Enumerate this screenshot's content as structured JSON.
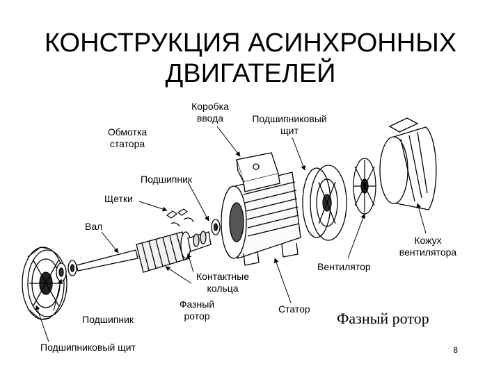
{
  "title": {
    "line1": "КОНСТРУКЦИЯ АСИНХРОННЫХ",
    "line2": "ДВИГАТЕЛЕЙ"
  },
  "labels": {
    "terminal_box": {
      "line1": "Коробка",
      "line2": "ввода"
    },
    "stator_winding": {
      "line1": "Обмотка",
      "line2": "статора"
    },
    "bearing_shield_top": {
      "line1": "Подшипниковый",
      "line2": "щит"
    },
    "bearing_top": "Подшипник",
    "brushes": "Щетки",
    "shaft": "Вал",
    "fan_cover": {
      "line1": "Кожух",
      "line2": "вентилятора"
    },
    "fan": "Вентилятор",
    "slip_rings": {
      "line1": "Контактные",
      "line2": "кольца"
    },
    "wound_rotor_small": {
      "line1": "Фазный",
      "line2": "ротор"
    },
    "stator": "Статор",
    "bearing_bottom": "Подшипник",
    "bearing_shield_bottom": "Подшипниковый щит",
    "wound_rotor_caption": "Фазный ротор"
  },
  "page_number": "8"
}
